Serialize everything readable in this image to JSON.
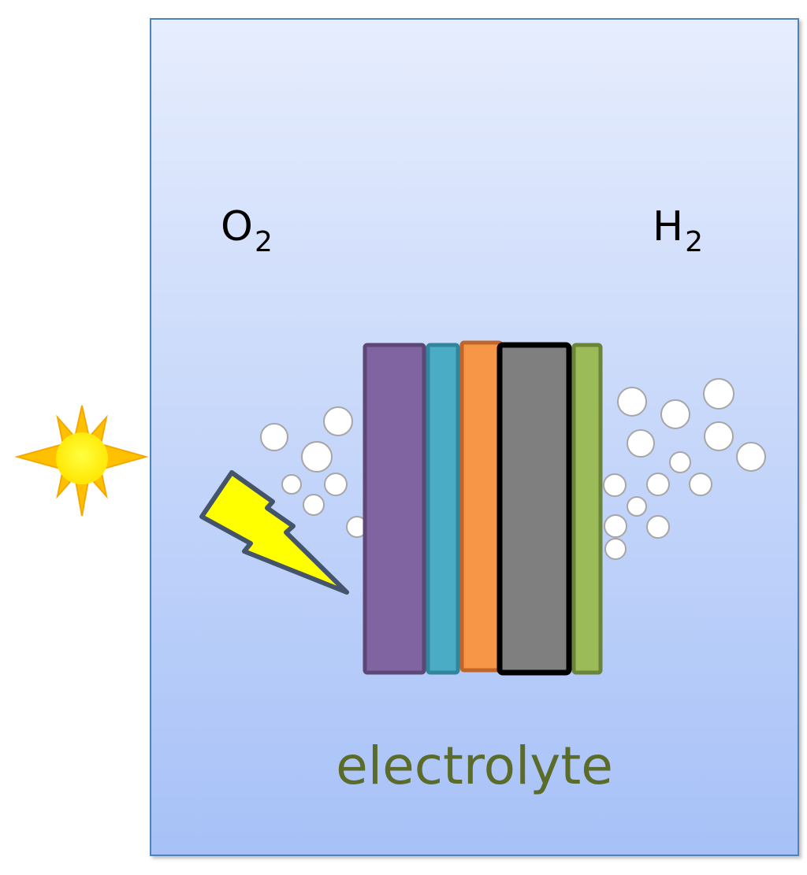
{
  "labels": {
    "oxygen_main": "O",
    "oxygen_sub": "2",
    "hydrogen_main": "H",
    "hydrogen_sub": "2",
    "electrolyte": "electrolyte"
  },
  "colors": {
    "tank_top": "#e6edfd",
    "tank_bottom": "#a7c1f7",
    "tank_border": "#4f81bd",
    "layer_purple": "#8064a2",
    "layer_teal": "#4bacc6",
    "layer_orange": "#f79646",
    "layer_gray": "#7f7f7f",
    "layer_green": "#9bbb59",
    "sun": "#ffff00",
    "sun_rays": "#ffc000",
    "lightning": "#ffff00",
    "bubbles": "#ffffff",
    "electrolyte_text": "#5a6b2a"
  },
  "icons": {
    "sun": "sun-icon",
    "lightning": "lightning-bolt-icon"
  }
}
